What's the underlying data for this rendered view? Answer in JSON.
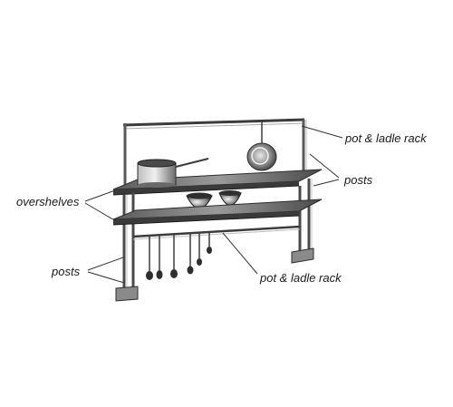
{
  "labels": {
    "pot_ladle_rack_top": "pot & ladle rack",
    "posts_right": "posts",
    "overshelves": "overshelves",
    "posts_left": "posts",
    "pot_ladle_rack_bottom": "pot & ladle rack"
  },
  "colors": {
    "metal_dark": "#3c3c3c",
    "metal_mid": "#8a8a8a",
    "metal_light": "#d6d6d6",
    "leader_line": "#333333"
  },
  "icons": {
    "stock_pot": "stock-pot-icon",
    "hanging_pot": "hanging-pot-icon",
    "mixing_bowl": "mixing-bowl-icon",
    "ladle": "ladle-icon"
  }
}
